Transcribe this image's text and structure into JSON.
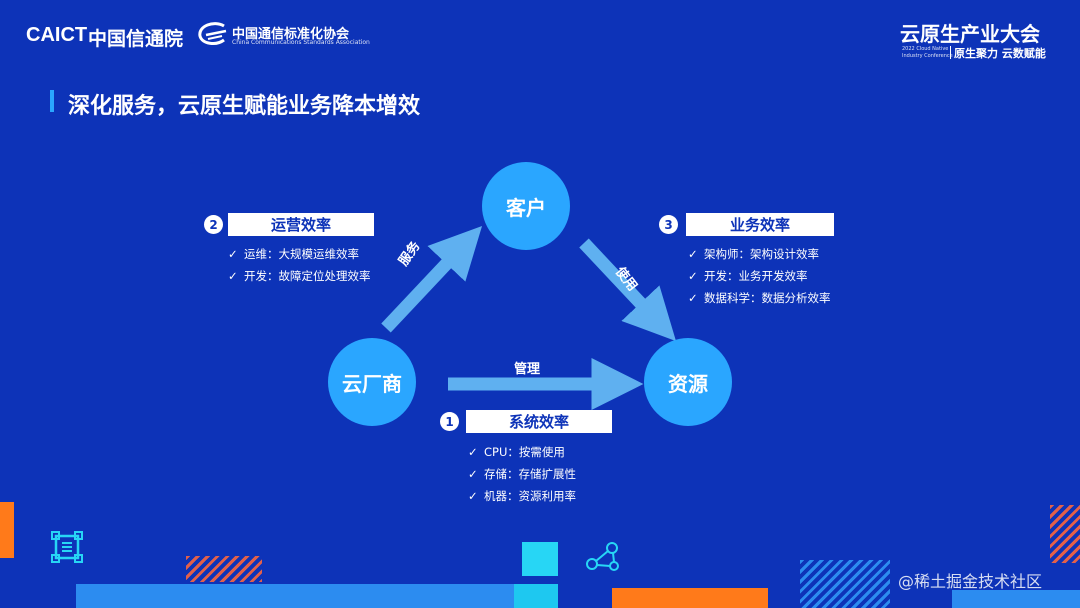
{
  "header": {
    "caict_logo": "CAICT",
    "caict_name": "中国信通院",
    "ccsa_name": "中国通信标准化协会",
    "ccsa_en": "China Communications Standards Association",
    "conference_title": "云原生产业大会",
    "conference_sub1": "2022 Cloud Native",
    "conference_sub2": "Industry Conference",
    "conference_slogan": "原生聚力 云数赋能"
  },
  "page_title": "深化服务，云原生赋能业务降本增效",
  "nodes": {
    "customer": "客户",
    "cloud_vendor": "云厂商",
    "resource": "资源"
  },
  "edges": {
    "serve": "服务",
    "use": "使用",
    "manage": "管理"
  },
  "panels": [
    {
      "badge": "2",
      "title": "运营效率",
      "items": [
        "运维：大规模运维效率",
        "开发：故障定位处理效率"
      ]
    },
    {
      "badge": "3",
      "title": "业务效率",
      "items": [
        "架构师：架构设计效率",
        "开发：业务开发效率",
        "数据科学：数据分析效率"
      ]
    },
    {
      "badge": "1",
      "title": "系统效率",
      "items": [
        "CPU：按需使用",
        "存储：存储扩展性",
        "机器：资源利用率"
      ]
    }
  ],
  "check_mark": "✓",
  "watermark": "@稀土掘金技术社区",
  "colors": {
    "background": "#0d33b8",
    "node": "#2aa6ff",
    "arrow": "#5fb0f0",
    "accent_orange": "#ff7a1a",
    "accent_cyan": "#27d6f5"
  }
}
